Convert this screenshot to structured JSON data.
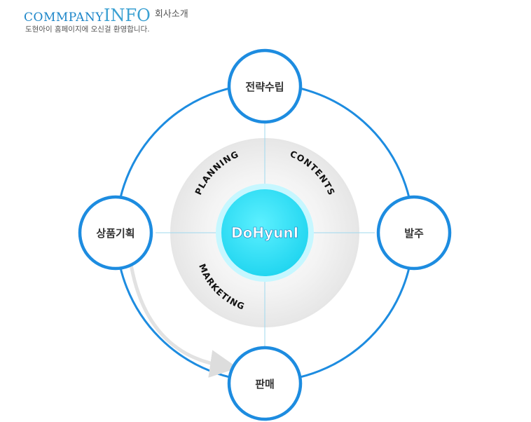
{
  "header": {
    "title_part1": "COMMPANY",
    "title_part2": "INFO",
    "title_korean": "회사소개",
    "subtitle": "도현아이 홈페이지에 오신걸 환영합니다."
  },
  "diagram": {
    "center_label": "DoHyunI",
    "arc_labels": {
      "planning": "PLANNING",
      "contents": "CONTENTS",
      "marketing": "MARKETING"
    },
    "nodes": {
      "top": "전략수립",
      "right": "발주",
      "bottom": "판매",
      "left": "상품기획"
    }
  },
  "colors": {
    "ring": "#1d8ce0",
    "center_fill": "#39e3f8",
    "center_glow": "#c6f7ff",
    "disc": "#eeeeee",
    "arrow": "#dddddd"
  }
}
